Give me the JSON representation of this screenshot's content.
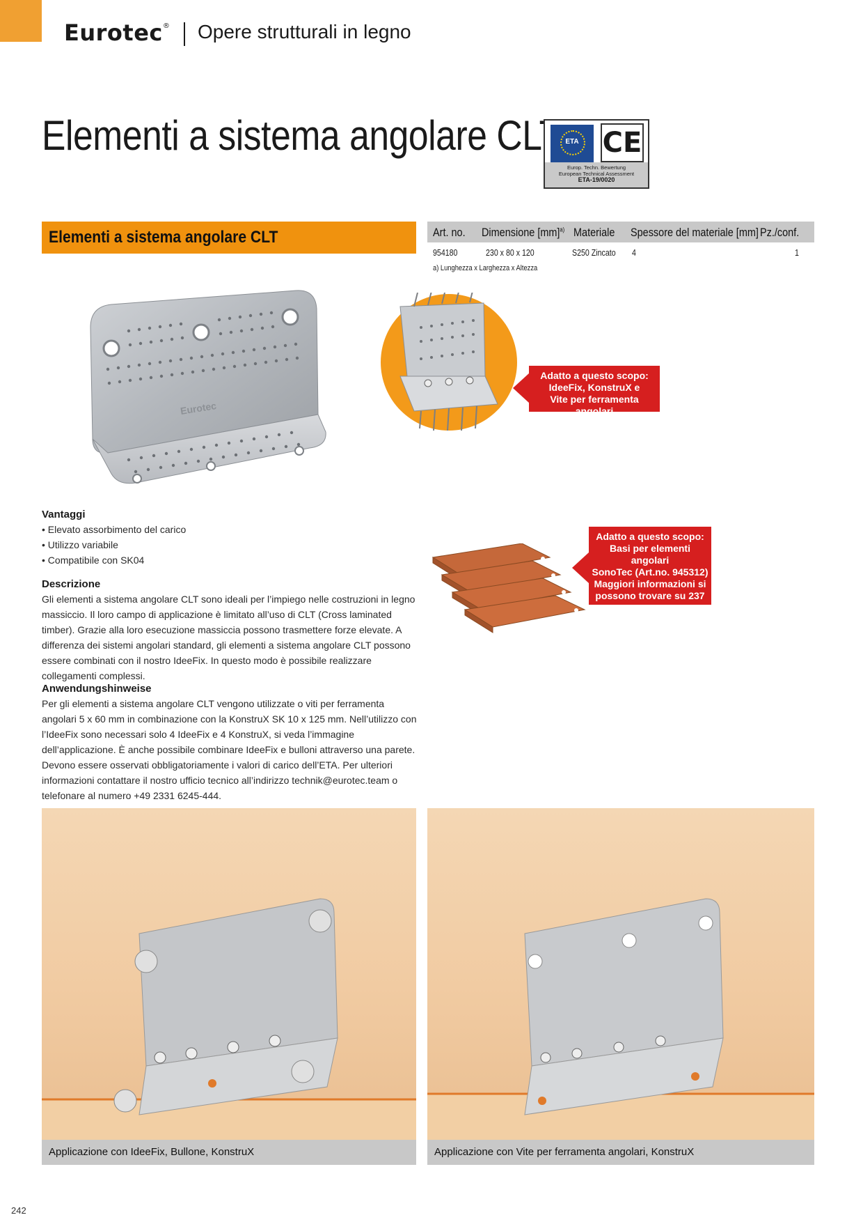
{
  "header": {
    "brand": "Eurotec",
    "brand_mark": "®",
    "section": "Opere strutturali in legno"
  },
  "page_title": "Elementi a sistema angolare CLT",
  "certification": {
    "eta_label": "ETA",
    "ce_label": "CE",
    "line1": "Europ. Techn. Bewertung",
    "line2": "European Technical Assessment",
    "line3": "ETA-19/0020"
  },
  "section_title": "Elementi a sistema angolare CLT",
  "table": {
    "headers": [
      "Art. no.",
      "Dimensione [mm]",
      "Materiale",
      "Spessore del materiale [mm]",
      "Pz./conf."
    ],
    "header_sup": "a)",
    "rows": [
      [
        "954180",
        "230 x 80 x 120",
        "S250 Zincato",
        "4",
        "1"
      ]
    ],
    "footnote": "a) Lunghezza x Larghezza x Altezza"
  },
  "product_images": {
    "logo_text": "Eurotec"
  },
  "callouts": {
    "top": [
      "Adatto a questo scopo:",
      "IdeeFix, KonstruX e",
      "Vite per ferramenta angolari"
    ],
    "bottom": [
      "Adatto a questo scopo:",
      "Basi per elementi angolari",
      "SonoTec (Art.no. 945312)",
      "Maggiori informazioni si",
      "possono trovare su 237"
    ]
  },
  "advantages": {
    "heading": "Vantaggi",
    "items": [
      "• Elevato assorbimento del carico",
      "• Utilizzo variabile",
      "• Compatibile con SK04"
    ]
  },
  "description": {
    "heading": "Descrizione",
    "text": "Gli elementi a sistema angolare CLT sono ideali per l’impiego nelle costruzioni in legno massiccio. Il loro campo di applicazione è limitato all’uso di CLT (Cross laminated timber). Grazie alla loro esecuzione massiccia possono trasmettere forze elevate. A differenza dei sistemi angolari standard, gli elementi a sistema angolare CLT possono essere combinati con il nostro IdeeFix. In questo modo è possibile realizzare collegamenti complessi."
  },
  "usage": {
    "heading": "Anwendungshinweise",
    "text": "Per gli elementi a sistema angolare CLT vengono utilizzate o viti per ferramenta angolari 5 x 60 mm in combinazione con la KonstruX SK 10 x 125 mm. Nell’utilizzo con l’IdeeFix sono necessari solo 4 IdeeFix e 4 KonstruX, si veda l’immagine dell’applicazione. È anche possibile combinare IdeeFix e bulloni attraverso una parete. Devono essere osservati obbligatoriamente i valori di carico dell’ETA. Per ulteriori informazioni contattare il nostro ufficio tecnico all’indirizzo technik@eurotec.team o telefonare al numero +49 2331 6245-444."
  },
  "captions": {
    "left": "Applicazione con IdeeFix, Bullone, KonstruX",
    "right": "Applicazione con Vite per ferramenta angolari, KonstruX"
  },
  "page_number": "242",
  "colors": {
    "accent_orange": "#f0920e",
    "callout_red": "#d61f1f",
    "table_gray": "#c8c8c8"
  }
}
